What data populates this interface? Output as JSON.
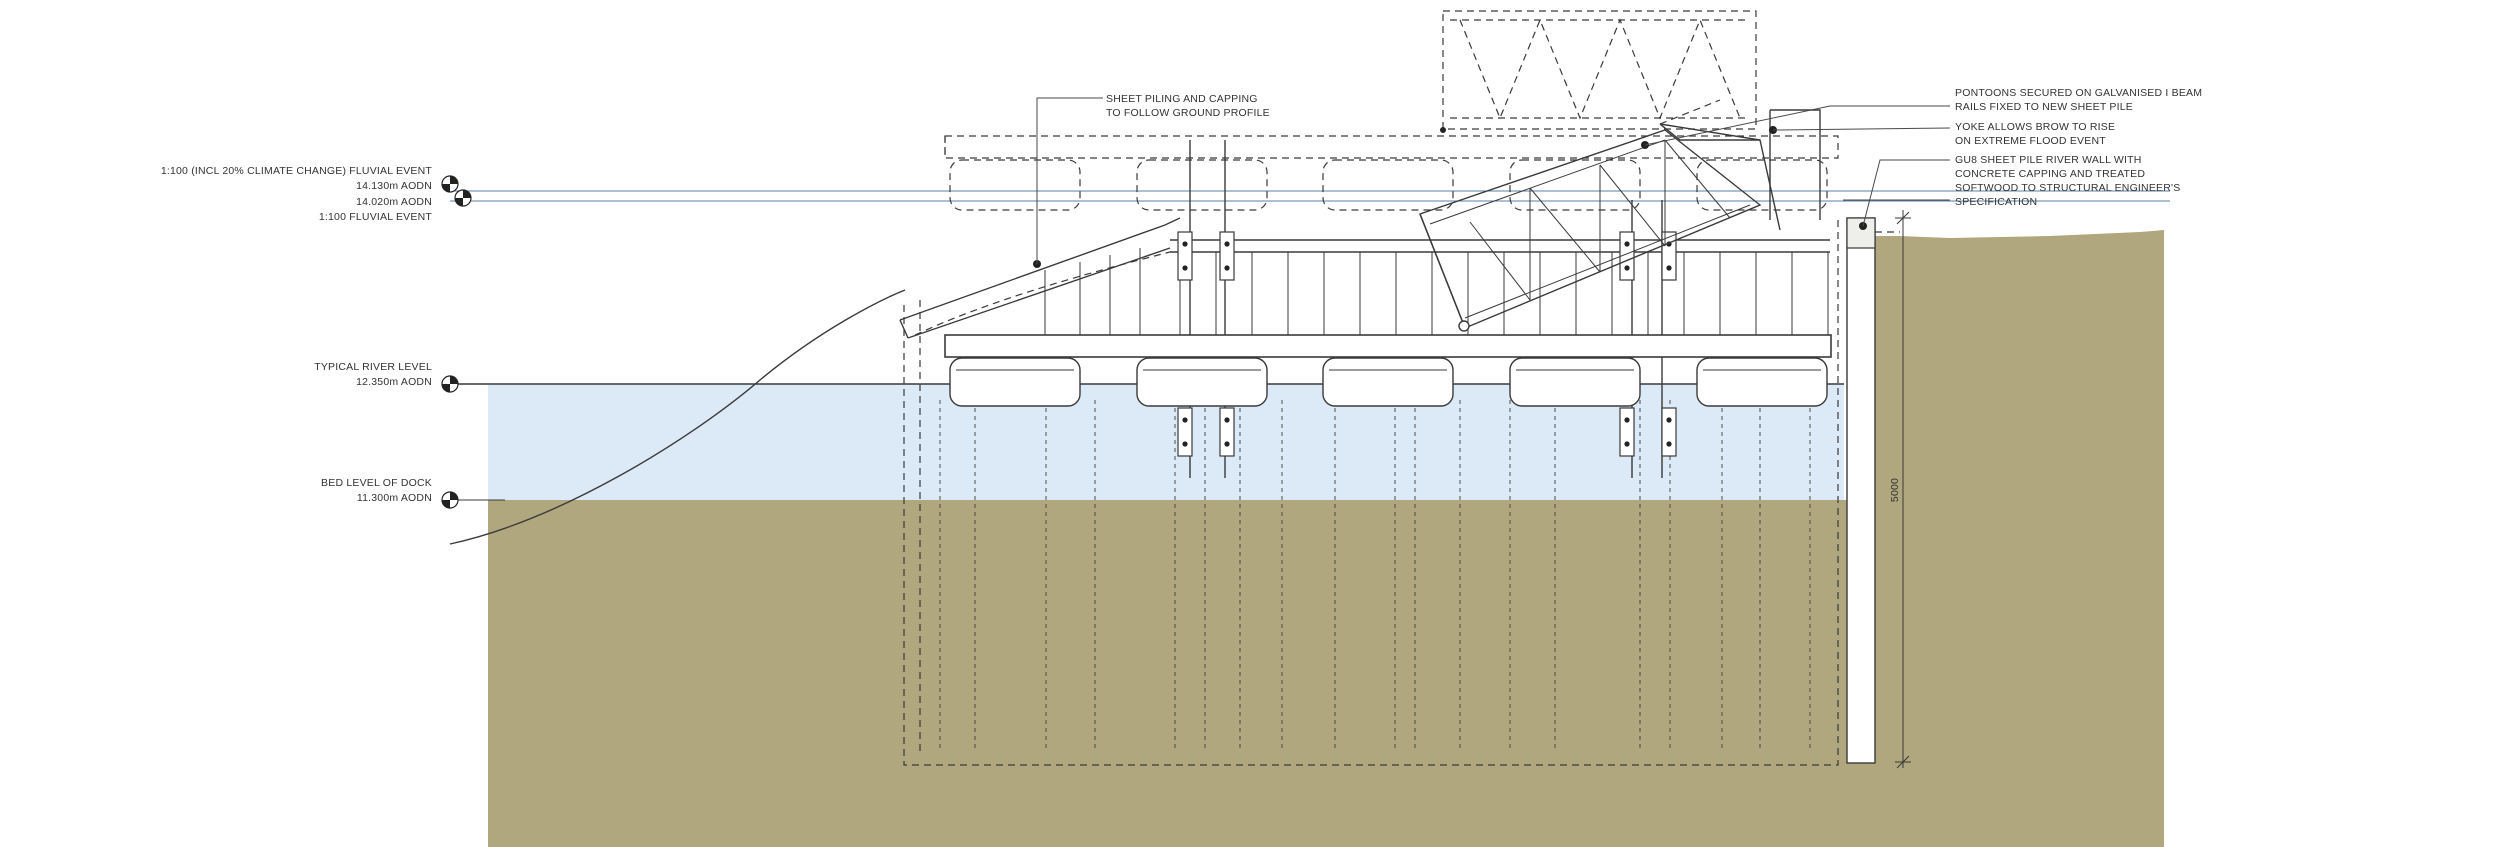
{
  "levels": {
    "flood_climate": {
      "label": "1:100 (INCL 20% CLIMATE CHANGE)  FLUVIAL EVENT",
      "value": "14.130m AODN"
    },
    "flood_fluvial": {
      "value": "14.020m AODN",
      "label": "1:100 FLUVIAL EVENT"
    },
    "river": {
      "label": "TYPICAL RIVER LEVEL",
      "value": "12.350m AODN"
    },
    "bed": {
      "label": "BED LEVEL OF DOCK",
      "value": "11.300m AODN"
    }
  },
  "annotations": {
    "sheet_piling": [
      "SHEET PILING AND CAPPING",
      "TO FOLLOW GROUND PROFILE"
    ],
    "pontoons": [
      "PONTOONS SECURED ON GALVANISED I BEAM",
      "RAILS FIXED TO NEW SHEET PILE"
    ],
    "yoke": [
      "YOKE ALLOWS BROW TO RISE",
      "ON EXTREME FLOOD EVENT"
    ],
    "river_wall": [
      "GU8 SHEET PILE RIVER WALL WITH",
      "CONCRETE CAPPING AND TREATED",
      "SOFTWOOD TO STRUCTURAL ENGINEER'S",
      "SPECIFICATION"
    ]
  },
  "dimension": {
    "pile_depth": "5000"
  },
  "colors": {
    "ground": "#b0a77f",
    "water": "#dce9f7",
    "line": "#3a3a3a",
    "level_line": "#5b7fa6"
  }
}
